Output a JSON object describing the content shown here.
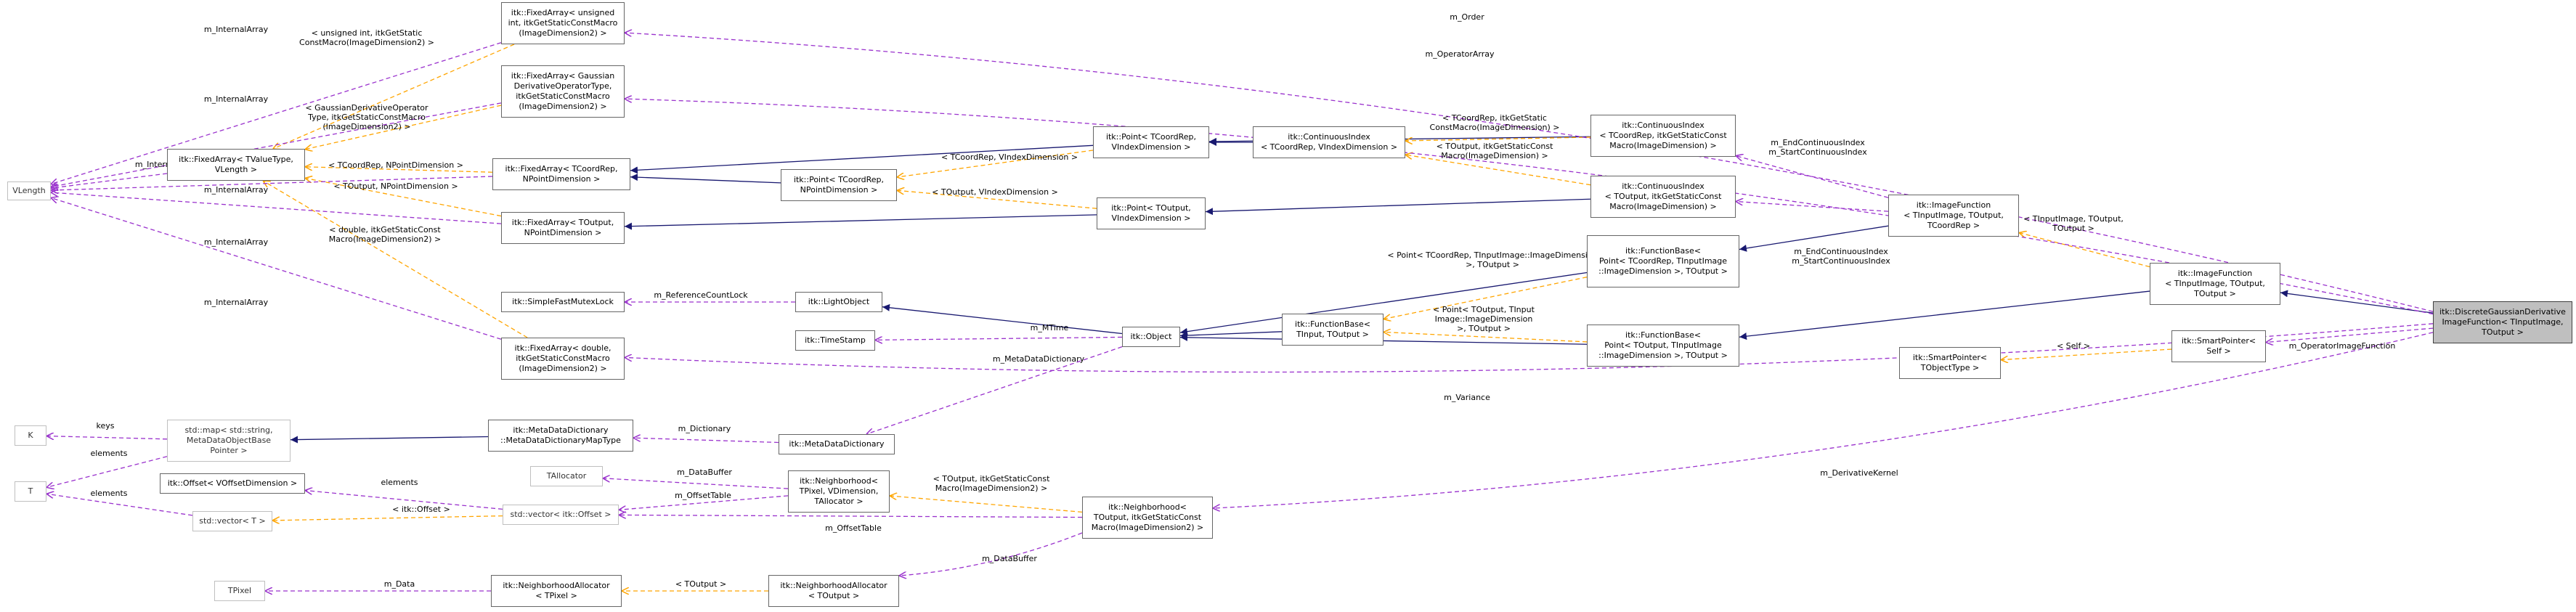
{
  "colors": {
    "inherit": "#191970",
    "use": "#9a32cd",
    "template": "#ffa500",
    "border": "#666666",
    "ext_border": "#bfbfbf",
    "selected_fill": "#bfbfbf"
  },
  "nodes": [
    {
      "id": "vlength",
      "label": "VLength",
      "ext": true
    },
    {
      "id": "fa_vlength",
      "label": "itk::FixedArray< TValueType,\nVLength >"
    },
    {
      "id": "fa_uint",
      "label": "itk::FixedArray< unsigned\nint, itkGetStaticConstMacro\n(ImageDimension2) >"
    },
    {
      "id": "fa_gauss",
      "label": "itk::FixedArray< Gaussian\nDerivativeOperatorType,\nitkGetStaticConstMacro\n(ImageDimension2) >"
    },
    {
      "id": "fa_tcoord",
      "label": "itk::FixedArray< TCoordRep,\nNPointDimension >"
    },
    {
      "id": "fa_toutput",
      "label": "itk::FixedArray< TOutput,\nNPointDimension >"
    },
    {
      "id": "fa_double",
      "label": "itk::FixedArray< double,\nitkGetStaticConstMacro\n(ImageDimension2) >"
    },
    {
      "id": "pt_tcoord_np",
      "label": "itk::Point< TCoordRep,\nNPointDimension >"
    },
    {
      "id": "pt_tcoord_vi",
      "label": "itk::Point< TCoordRep,\nVIndexDimension >"
    },
    {
      "id": "pt_toutput_vi",
      "label": "itk::Point< TOutput,\nVIndexDimension >"
    },
    {
      "id": "ci_tcoord",
      "label": "itk::ContinuousIndex\n< TCoordRep, VIndexDimension >"
    },
    {
      "id": "ci_tcoord_img",
      "label": "itk::ContinuousIndex\n< TCoordRep, itkGetStaticConst\nMacro(ImageDimension) >"
    },
    {
      "id": "ci_toutput_img",
      "label": "itk::ContinuousIndex\n< TOutput, itkGetStaticConst\nMacro(ImageDimension) >"
    },
    {
      "id": "if_tcoord",
      "label": "itk::ImageFunction\n< TInputImage, TOutput,\nTCoordRep >"
    },
    {
      "id": "if_toutput",
      "label": "itk::ImageFunction\n< TInputImage, TOutput,\nTOutput >"
    },
    {
      "id": "dgi",
      "label": "itk::DiscreteGaussianDerivative\nImageFunction< TInputImage,\nTOutput >",
      "selected": true
    },
    {
      "id": "fb_point_tcoord",
      "label": "itk::FunctionBase<\nPoint< TCoordRep, TInputImage\n::ImageDimension >, TOutput >"
    },
    {
      "id": "fb_point_toutput",
      "label": "itk::FunctionBase<\nPoint< TOutput, TInputImage\n::ImageDimension >, TOutput >"
    },
    {
      "id": "fb_tinput",
      "label": "itk::FunctionBase<\nTInput, TOutput >"
    },
    {
      "id": "mutex",
      "label": "itk::SimpleFastMutexLock"
    },
    {
      "id": "lightobj",
      "label": "itk::LightObject"
    },
    {
      "id": "timestamp",
      "label": "itk::TimeStamp"
    },
    {
      "id": "object",
      "label": "itk::Object"
    },
    {
      "id": "smartptr_t",
      "label": "itk::SmartPointer<\nTObjectType >"
    },
    {
      "id": "smartptr_self",
      "label": "itk::SmartPointer<\nSelf >"
    },
    {
      "id": "mdd_map",
      "label": "itk::MetaDataDictionary\n::MetaDataDictionaryMapType"
    },
    {
      "id": "mdd",
      "label": "itk::MetaDataDictionary"
    },
    {
      "id": "stdmap",
      "label": "std::map< std::string,\nMetaDataObjectBase\nPointer >",
      "ext": true
    },
    {
      "id": "k",
      "label": "K",
      "ext": true
    },
    {
      "id": "t",
      "label": "T",
      "ext": true
    },
    {
      "id": "offset_v",
      "label": "itk::Offset< VOffsetDimension >"
    },
    {
      "id": "stdvec_t",
      "label": "std::vector< T >",
      "ext": true
    },
    {
      "id": "stdvec_off",
      "label": "std::vector< itk::Offset >",
      "ext": true
    },
    {
      "id": "tallocator",
      "label": "TAllocator",
      "ext": true
    },
    {
      "id": "nb_tpixel",
      "label": "itk::Neighborhood<\nTPixel, VDimension,\nTAllocator >"
    },
    {
      "id": "nb_toutput",
      "label": "itk::Neighborhood<\nTOutput, itkGetStaticConst\nMacro(ImageDimension2) >"
    },
    {
      "id": "tpixel",
      "label": "TPixel",
      "ext": true
    },
    {
      "id": "nba_tpixel",
      "label": "itk::NeighborhoodAllocator\n< TPixel >"
    },
    {
      "id": "nba_toutput",
      "label": "itk::NeighborhoodAllocator\n< TOutput >"
    }
  ],
  "edge_labels": [
    {
      "id": "m_order",
      "text": "m_Order"
    },
    {
      "id": "m_operatorarray",
      "text": "m_OperatorArray"
    },
    {
      "id": "ia1",
      "text": "m_InternalArray"
    },
    {
      "id": "ia2",
      "text": "m_InternalArray"
    },
    {
      "id": "ia3",
      "text": "m_InternalArray"
    },
    {
      "id": "ia4",
      "text": "m_InternalArray"
    },
    {
      "id": "ia5",
      "text": "m_InternalArray"
    },
    {
      "id": "ia6",
      "text": "m_InternalArray"
    },
    {
      "id": "tpl_uint",
      "text": "< unsigned int, itkGetStatic\nConstMacro(ImageDimension2) >"
    },
    {
      "id": "tpl_gauss",
      "text": "< GaussianDerivativeOperator\nType, itkGetStaticConstMacro\n(ImageDimension2) >"
    },
    {
      "id": "tpl_tcoord_np",
      "text": "< TCoordRep, NPointDimension >"
    },
    {
      "id": "tpl_toutput_np",
      "text": "< TOutput, NPointDimension >"
    },
    {
      "id": "tpl_double",
      "text": "< double, itkGetStaticConst\nMacro(ImageDimension2) >"
    },
    {
      "id": "tpl_tcoord_vi",
      "text": "< TCoordRep, VIndexDimension >"
    },
    {
      "id": "tpl_toutput_vi",
      "text": "< TOutput, VIndexDimension >"
    },
    {
      "id": "tpl_ci_tcoord_img",
      "text": "< TCoordRep, itkGetStatic\nConstMacro(ImageDimension) >"
    },
    {
      "id": "tpl_ci_toutput_img",
      "text": "< TOutput, itkGetStaticConst\nMacro(ImageDimension) >"
    },
    {
      "id": "end_ci_1",
      "text": "m_EndContinuousIndex\nm_StartContinuousIndex"
    },
    {
      "id": "end_ci_2",
      "text": "m_EndContinuousIndex\nm_StartContinuousIndex"
    },
    {
      "id": "tpl_if",
      "text": "< TInputImage, TOutput,\nTOutput >"
    },
    {
      "id": "tpl_fb_tcoord",
      "text": "< Point< TCoordRep, TInputImage::ImageDimension\n>, TOutput >"
    },
    {
      "id": "tpl_fb_toutput",
      "text": "< Point< TOutput, TInput\nImage::ImageDimension\n>, TOutput >"
    },
    {
      "id": "refcountlock",
      "text": "m_ReferenceCountLock"
    },
    {
      "id": "mtime",
      "text": "m_MTime"
    },
    {
      "id": "metadatadict",
      "text": "m_MetaDataDictionary"
    },
    {
      "id": "tpl_self",
      "text": "< Self >"
    },
    {
      "id": "opimagefunction",
      "text": "m_OperatorImageFunction"
    },
    {
      "id": "variance",
      "text": "m_Variance"
    },
    {
      "id": "dictionary",
      "text": "m_Dictionary"
    },
    {
      "id": "keys",
      "text": "keys"
    },
    {
      "id": "elements1",
      "text": "elements"
    },
    {
      "id": "elements2",
      "text": "elements"
    },
    {
      "id": "elements3",
      "text": "elements"
    },
    {
      "id": "tpl_itkoffset",
      "text": "< itk::Offset >"
    },
    {
      "id": "databuffer1",
      "text": "m_DataBuffer"
    },
    {
      "id": "offsettable1",
      "text": "m_OffsetTable"
    },
    {
      "id": "offsettable2",
      "text": "m_OffsetTable"
    },
    {
      "id": "tpl_nb_toutput",
      "text": "< TOutput, itkGetStaticConst\nMacro(ImageDimension2) >"
    },
    {
      "id": "derivkernel",
      "text": "m_DerivativeKernel"
    },
    {
      "id": "databuffer2",
      "text": "m_DataBuffer"
    },
    {
      "id": "m_data",
      "text": "m_Data"
    },
    {
      "id": "tpl_toutput",
      "text": "< TOutput >"
    }
  ]
}
